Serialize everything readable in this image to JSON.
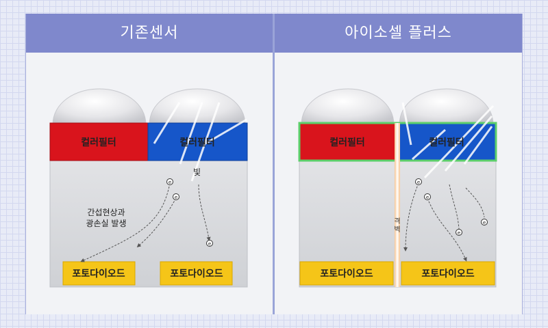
{
  "left": {
    "title": "기존센서",
    "color_filter_red": "컬러필터",
    "color_filter_blue": "컬러필터",
    "light_label": "빛",
    "electron_symbol": "e",
    "interference_line1": "간섭현상과",
    "interference_line2": "광손실 발생",
    "photodiode_1": "포토다이오드",
    "photodiode_2": "포토다이오드"
  },
  "right": {
    "title": "아이소셀 플러스",
    "color_filter_red": "컬러필터",
    "color_filter_blue": "컬러필터",
    "barrier_char1": "격",
    "barrier_char2": "벽",
    "electron_symbol": "e",
    "photodiode_1": "포토다이오드",
    "photodiode_2": "포토다이오드"
  },
  "colors": {
    "header": "#7f88cc",
    "red_filter": "#d9141c",
    "blue_filter": "#1656c9",
    "photodiode": "#f5c518",
    "barrier": "#f3b277",
    "green_edge": "#5ccf6a"
  }
}
